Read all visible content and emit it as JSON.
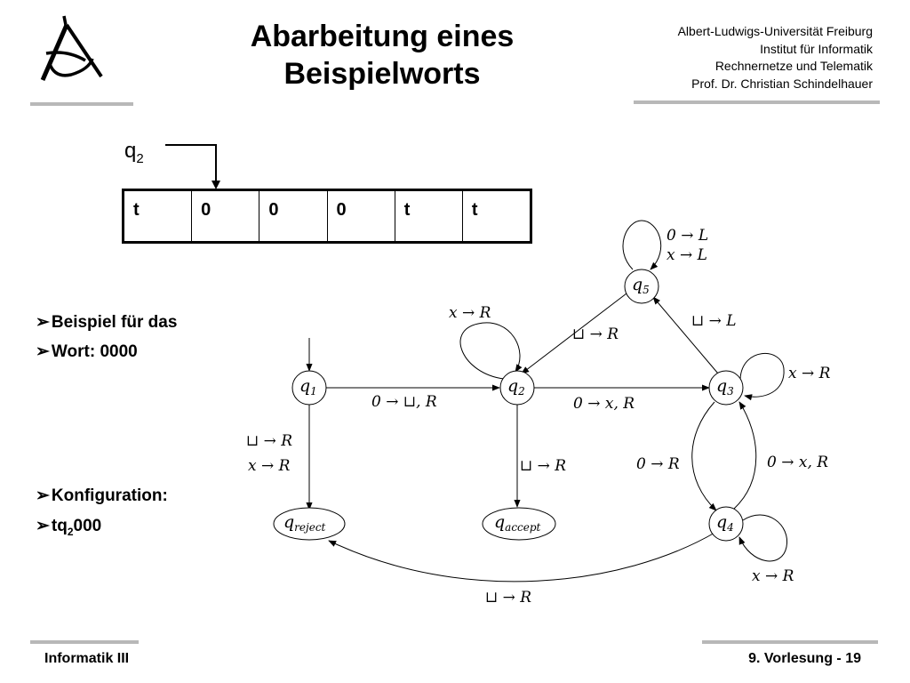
{
  "header": {
    "title_line1": "Abarbeitung eines",
    "title_line2": "Beispielworts",
    "institution": [
      "Albert-Ludwigs-Universität Freiburg",
      "Institut für Informatik",
      "Rechnernetze und Telematik",
      "Prof. Dr. Christian Schindelhauer"
    ]
  },
  "tape": {
    "head_state": "q",
    "head_state_index": "2",
    "cells": [
      "t",
      "0",
      "0",
      "0",
      "t",
      "t"
    ]
  },
  "bullets": {
    "b1": "Beispiel für das",
    "b2": "Wort: 0000",
    "b3": "Konfiguration:",
    "b4_prefix": "tq",
    "b4_sub": "2",
    "b4_suffix": "000"
  },
  "diagram": {
    "states": {
      "q1": "q",
      "q1_sub": "1",
      "q2": "q",
      "q2_sub": "2",
      "q3": "q",
      "q3_sub": "3",
      "q4": "q",
      "q4_sub": "4",
      "q5": "q",
      "q5_sub": "5",
      "qr": "q",
      "qr_sub": "reject",
      "qa": "q",
      "qa_sub": "accept"
    },
    "labels": {
      "q5_loop_1": "0 → L",
      "q5_loop_2": "x → L",
      "q2_loop": "x → R",
      "q5_q2": "⊔ → R",
      "q3_q5": "⊔ → L",
      "q3_loop": "x → R",
      "q1_q2": "0 → ⊔, R",
      "q2_q3": "0 → x, R",
      "q1_reject_1": "⊔ → R",
      "q1_reject_2": "x → R",
      "q2_accept": "⊔ → R",
      "q3_q4": "0 → R",
      "q4_q3": "0 → x, R",
      "q4_loop": "x → R",
      "q4_reject": "⊔ → R"
    }
  },
  "footer": {
    "left": "Informatik III",
    "right": "9. Vorlesung - 19"
  }
}
